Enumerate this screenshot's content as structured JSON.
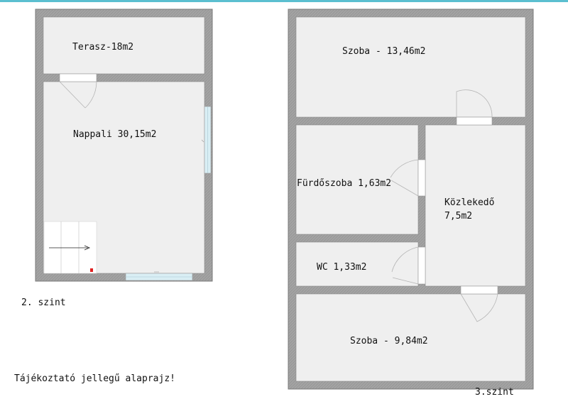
{
  "floor2": {
    "level_label": "2. szint",
    "rooms": {
      "terasz": "Terasz-18m2",
      "nappali": "Nappali 30,15m2"
    }
  },
  "floor3": {
    "level_label": "3.szint",
    "rooms": {
      "szoba_top": "Szoba - 13,46m2",
      "furdoszoba": "Fürdőszoba 1,63m2",
      "kozlekedo_line1": "Közlekedő",
      "kozlekedo_line2": "7,5m2",
      "wc": "WC 1,33m2",
      "szoba_bottom": "Szoba - 9,84m2"
    }
  },
  "disclaimer": "Tájékoztató jellegű alaprajz!",
  "colors": {
    "wall": "#a3a3a3",
    "wall_edge": "#7a7a7a",
    "floor": "#efefef",
    "window": "#d9eef4",
    "accent_line": "#5bbfd0",
    "marker": "#e02020"
  }
}
